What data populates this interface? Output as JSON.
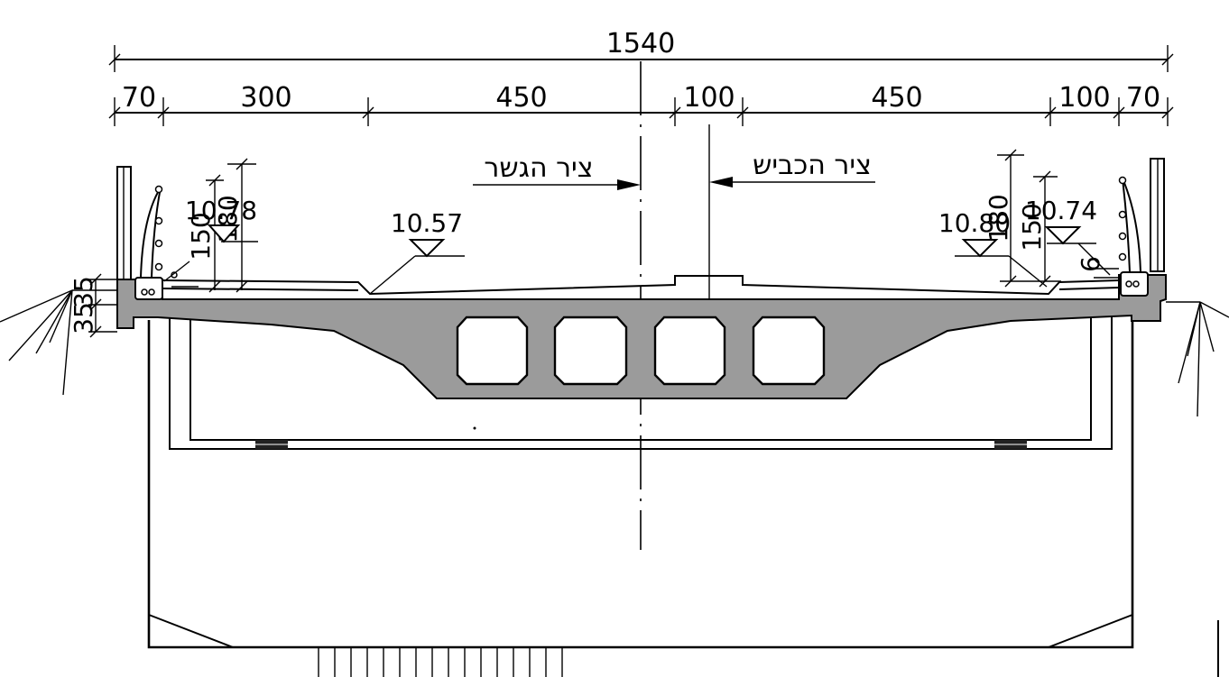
{
  "dimensions": {
    "overall": "1540",
    "segments": [
      "70",
      "300",
      "450",
      "100",
      "450",
      "100",
      "70"
    ],
    "left_vertical": [
      "35",
      "35"
    ]
  },
  "labels": {
    "bridge_axis": "ציר הגשר",
    "road_axis": "ציר הכביש"
  },
  "levels": {
    "left_edge": "10.78",
    "center_left": "10.57",
    "right_inner": "10.80",
    "right_edge": "10.74"
  },
  "local_dims": {
    "left_150": "150",
    "left_180": "180",
    "right_180": "180",
    "right_150": "150",
    "right_6": "6"
  }
}
